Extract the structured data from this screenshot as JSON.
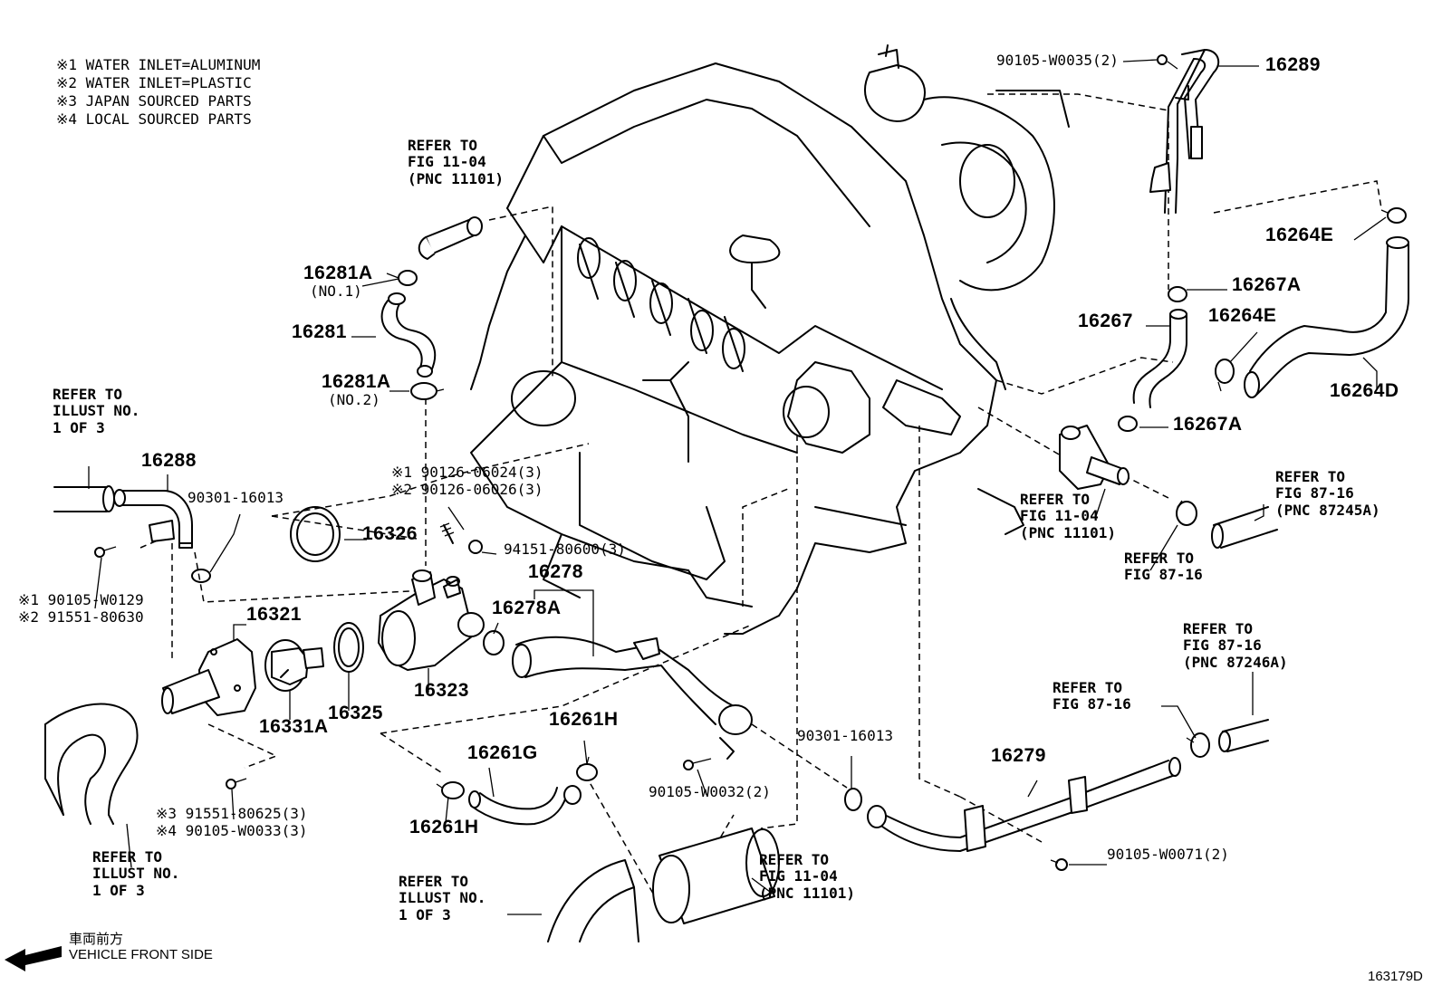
{
  "legend": [
    "※1 WATER INLET=ALUMINUM",
    "※2 WATER INLET=PLASTIC",
    "※3 JAPAN SOURCED PARTS",
    "※4 LOCAL SOURCED PARTS"
  ],
  "parts": {
    "p16289": "16289",
    "p90105_W0035": "90105-W0035(2)",
    "p16264E_top": "16264E",
    "p16267A_top": "16267A",
    "p16267": "16267",
    "p16264E_mid": "16264E",
    "p16264D": "16264D",
    "p16267A_bot": "16267A",
    "p16281A_1": "16281A",
    "p16281A_1_note": "(NO.1)",
    "p16281": "16281",
    "p16281A_2": "16281A",
    "p16281A_2_note": "(NO.2)",
    "p16288": "16288",
    "p90301_16013_a": "90301-16013",
    "p16326": "16326",
    "p90126_06024": "※1 90126-06024(3)",
    "p90126_06026": "※2 90126-06026(3)",
    "p94151_80600": "94151-80600(3)",
    "p16278": "16278",
    "p16278A": "16278A",
    "p90105_W0129": "※1 90105-W0129",
    "p91551_80630": "※2 91551-80630",
    "p16321": "16321",
    "p16323": "16323",
    "p16331A": "16331A",
    "p16325": "16325",
    "p16261H_top": "16261H",
    "p16261G": "16261G",
    "p16261H_bot": "16261H",
    "p90301_16013_b": "90301-16013",
    "p90105_W0032": "90105-W0032(2)",
    "p16279": "16279",
    "p90105_W0071": "90105-W0071(2)",
    "p91551_80625": "※3 91551-80625(3)",
    "p90105_W0033": "※4 90105-W0033(3)"
  },
  "refs": {
    "fig1104_top": [
      "REFER TO",
      "FIG 11-04",
      "(PNC 11101)"
    ],
    "illust_left": [
      "REFER TO",
      "ILLUST NO.",
      "1 OF 3"
    ],
    "fig1104_mid": [
      "REFER TO",
      "FIG 11-04",
      "(PNC 11101)"
    ],
    "fig8716_a": [
      "REFER TO",
      "FIG 87-16",
      "(PNC 87245A)"
    ],
    "fig8716_b": [
      "REFER TO",
      "FIG 87-16"
    ],
    "fig8716_c": [
      "REFER TO",
      "FIG 87-16",
      "(PNC 87246A)"
    ],
    "fig8716_d": [
      "REFER TO",
      "FIG 87-16"
    ],
    "illust_bl": [
      "REFER TO",
      "ILLUST NO.",
      "1 OF 3"
    ],
    "illust_bm": [
      "REFER TO",
      "ILLUST NO.",
      "1 OF 3"
    ],
    "fig1104_bot": [
      "REFER TO",
      "FIG 11-04",
      "(PNC 11101)"
    ]
  },
  "footer": {
    "front_jp": "車両前方",
    "front_en": "VEHICLE FRONT SIDE",
    "illustration_code": "163179D"
  }
}
